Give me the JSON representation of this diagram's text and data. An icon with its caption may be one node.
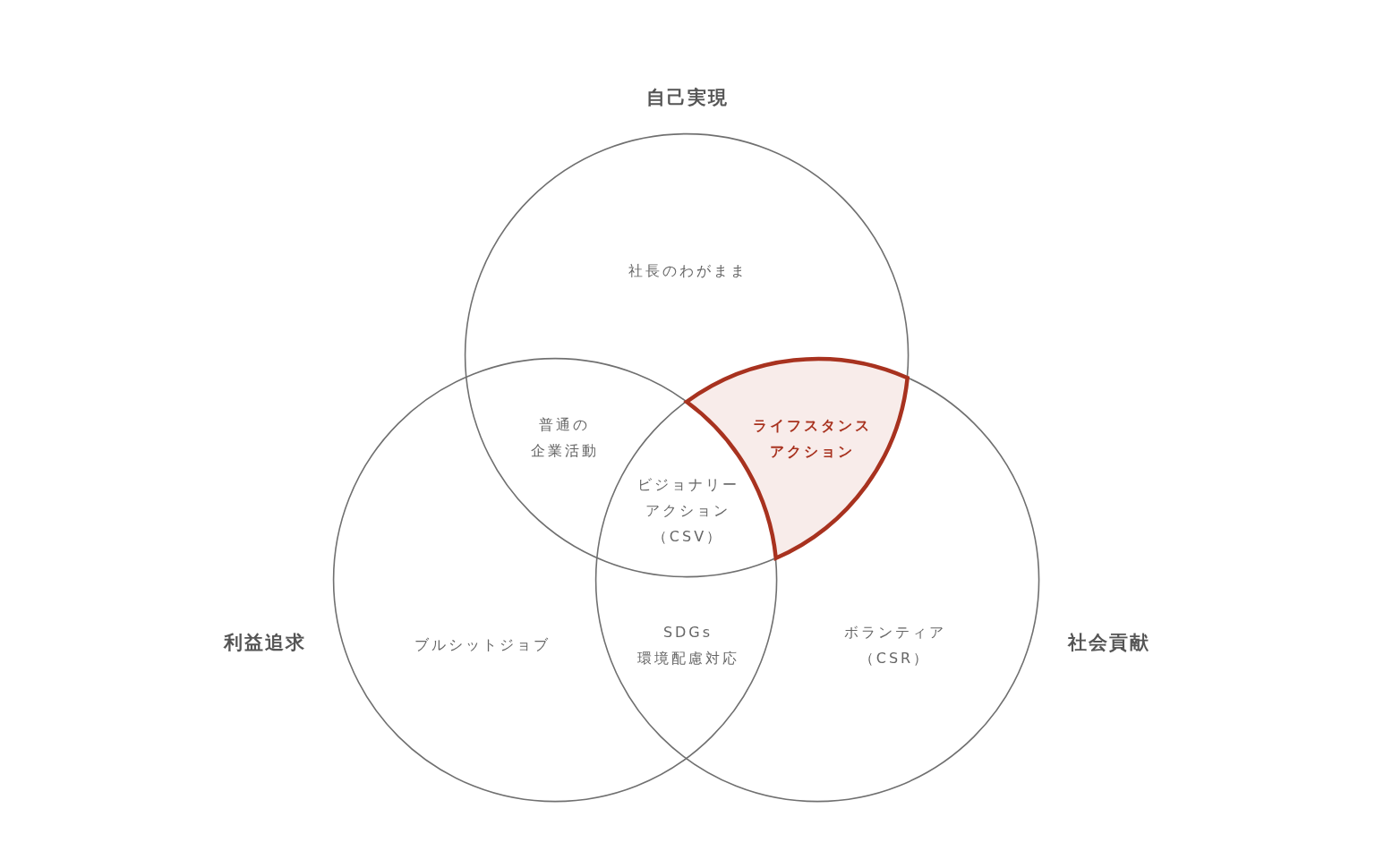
{
  "diagram": {
    "nodes": [
      {
        "text": [
          "自己実現",
          "社長のわがまま"
        ]
      },
      {
        "text": [
          "利益追求",
          "ブルシットジョブ"
        ]
      },
      {
        "text": [
          "ボランティア（CSR）",
          "社会貢献"
        ]
      },
      {
        "text": [
          "ライフスタンスアクション"
        ]
      }
    ],
    "labels": [
      "普通の企業活動",
      "ビジョナリーアクション（CSV）",
      "SDGs環境配慮対応"
    ]
  }
}
